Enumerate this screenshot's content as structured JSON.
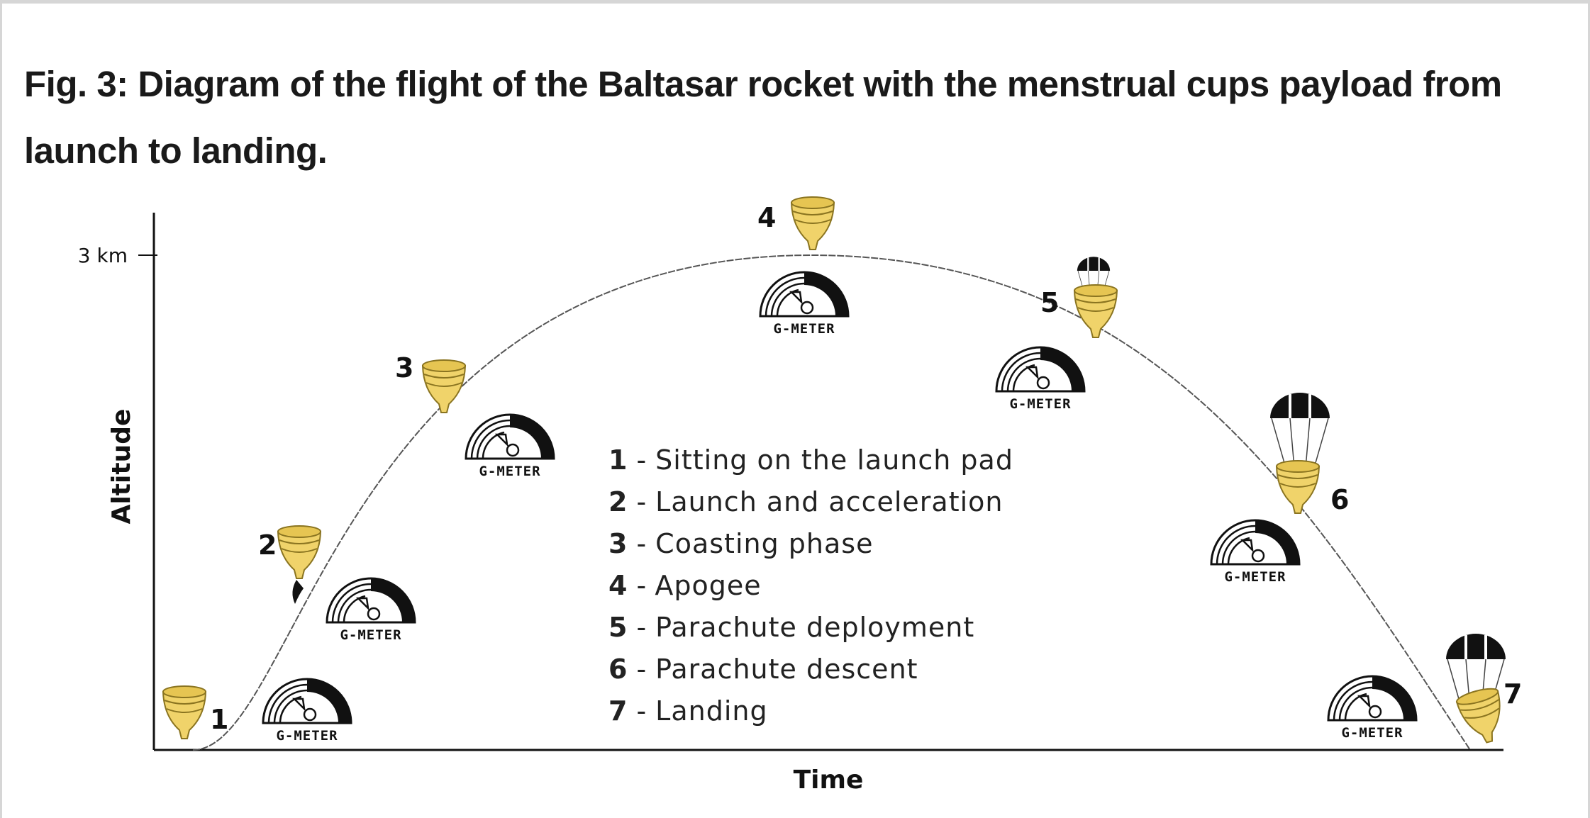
{
  "title": "Fig. 3: Diagram of the flight of the Baltasar rocket with the menstrual cups payload from launch to landing.",
  "diagram": {
    "y_axis_label": "Altitude",
    "x_axis_label": "Time",
    "y_tick_label": "3 km",
    "gmeter_label": "G-METER",
    "stages": [
      {
        "number": "1",
        "text": "Sitting on the launch pad"
      },
      {
        "number": "2",
        "text": "Launch and acceleration"
      },
      {
        "number": "3",
        "text": "Coasting phase"
      },
      {
        "number": "4",
        "text": "Apogee"
      },
      {
        "number": "5",
        "text": "Parachute deployment"
      },
      {
        "number": "6",
        "text": "Parachute descent"
      },
      {
        "number": "7",
        "text": "Landing"
      }
    ],
    "legend_separator": "-",
    "colors": {
      "cup": "#f0d36a",
      "cup_stroke": "#8a7420",
      "ink": "#111111"
    }
  }
}
